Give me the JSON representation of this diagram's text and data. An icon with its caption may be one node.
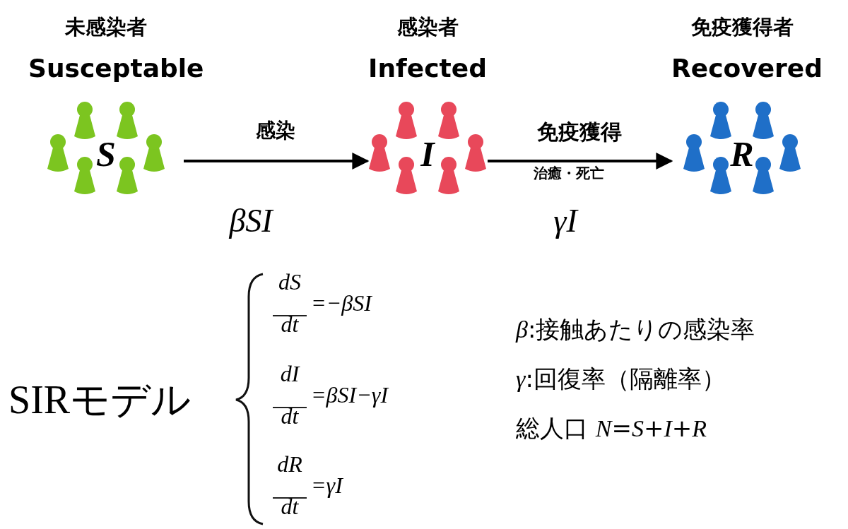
{
  "diagram": {
    "nodes": [
      {
        "text": [
          "未感染者",
          "Susceptable",
          "S"
        ]
      },
      {
        "text": [
          "感染者",
          "Infected",
          "I"
        ]
      },
      {
        "text": [
          "免疫獲得者",
          "Recovered",
          "R"
        ]
      }
    ],
    "edges": [
      {
        "from": 0,
        "to": 1,
        "arrow": "to",
        "label": "感染"
      },
      {
        "from": 1,
        "to": 2,
        "arrow": "to",
        "label": "免疫獲得"
      }
    ],
    "labels": [
      "βSI",
      "治癒・死亡",
      "γI",
      "SIRモデル",
      "dS",
      "dt",
      "=−βSI",
      "dI",
      "dt",
      "=βSI−γI",
      "dR",
      "dt",
      "=γI",
      "*β*:接触あたりの感染率",
      "*γ*:回復率（隔離率）",
      "総人口 *N*=*S*+*I*+*R*"
    ]
  }
}
